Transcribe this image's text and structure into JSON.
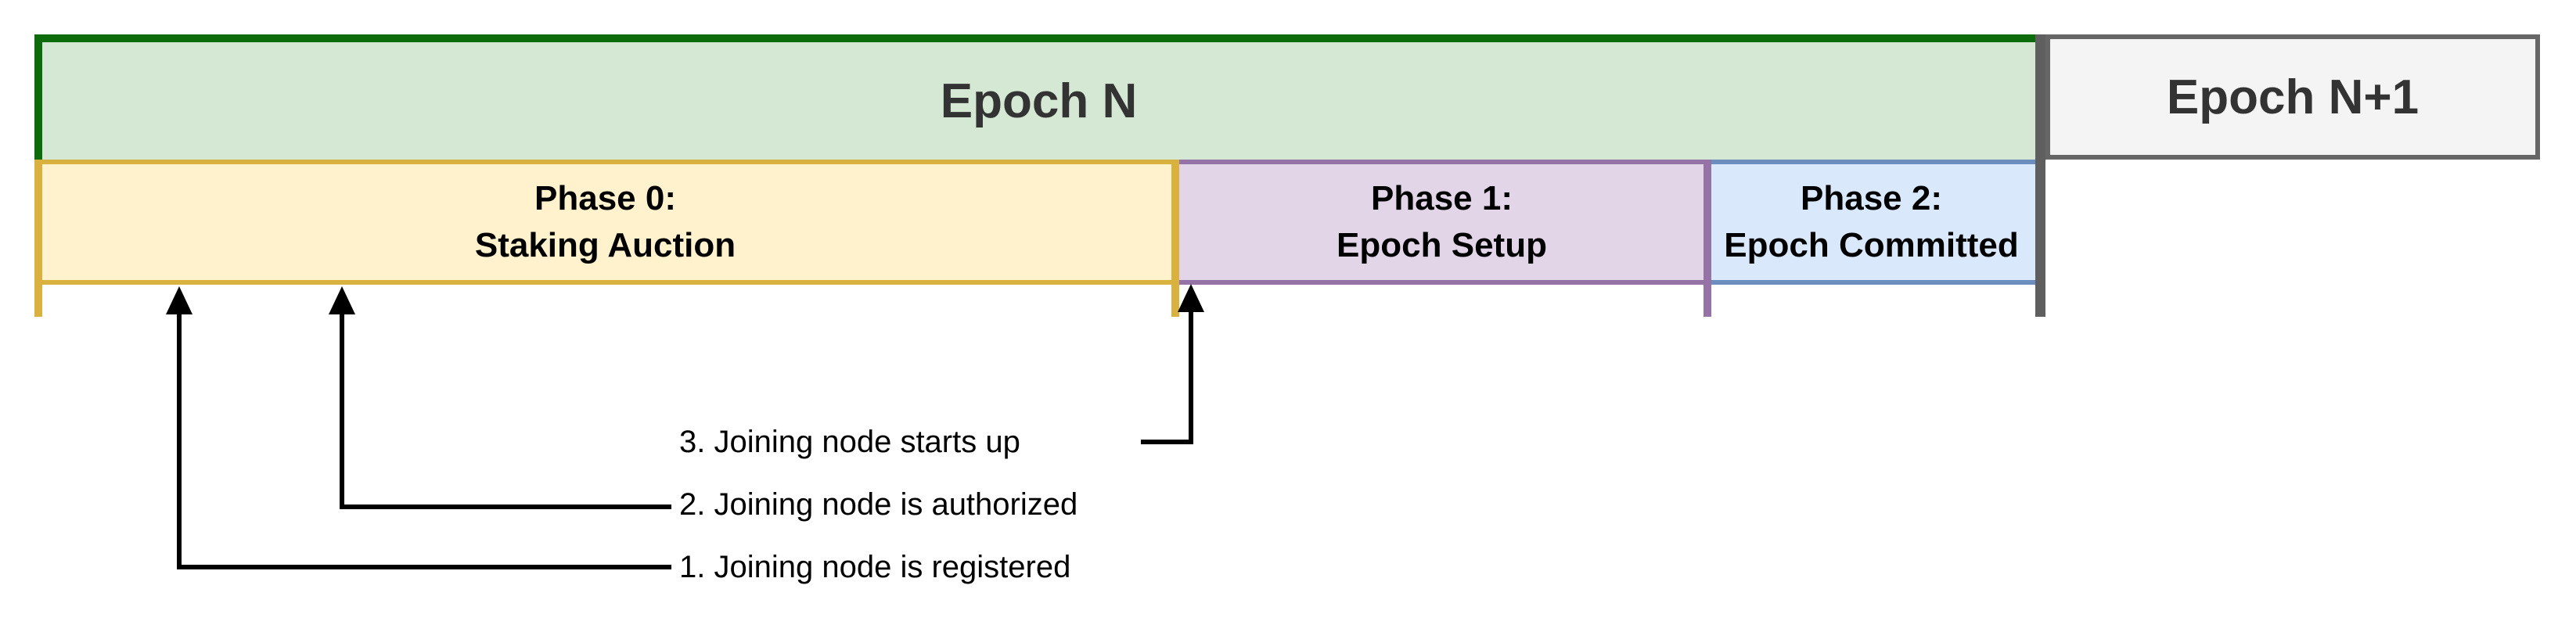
{
  "epochs": [
    {
      "label": "Epoch N"
    },
    {
      "label": "Epoch N+1"
    }
  ],
  "phases": [
    {
      "title": "Phase 0:",
      "subtitle": "Staking Auction"
    },
    {
      "title": "Phase 1:",
      "subtitle": "Epoch Setup"
    },
    {
      "title": "Phase 2:",
      "subtitle": "Epoch Committed"
    }
  ],
  "annotations": [
    {
      "label": "1. Joining node is registered"
    },
    {
      "label": "2. Joining node is authorized"
    },
    {
      "label": "3. Joining node starts up"
    }
  ],
  "colors": {
    "epoch_n_fill": "#d5e8d4",
    "epoch_n_border": "#0c6c0c",
    "epoch_n1_fill": "#f4f4f4",
    "epoch_n1_border": "#666666",
    "phase0_fill": "#fff2cc",
    "phase0_border": "#d9b13f",
    "phase1_fill": "#e1d5e7",
    "phase1_border": "#9673a6",
    "phase2_fill": "#dae8fc",
    "phase2_border": "#6c8ebf",
    "epoch_divider": "#5f5f5f",
    "epoch_label_text": "#333333",
    "phase_label_text": "#000000",
    "annotation_text": "#000000",
    "arrow": "#000000",
    "background": "#ffffff"
  }
}
